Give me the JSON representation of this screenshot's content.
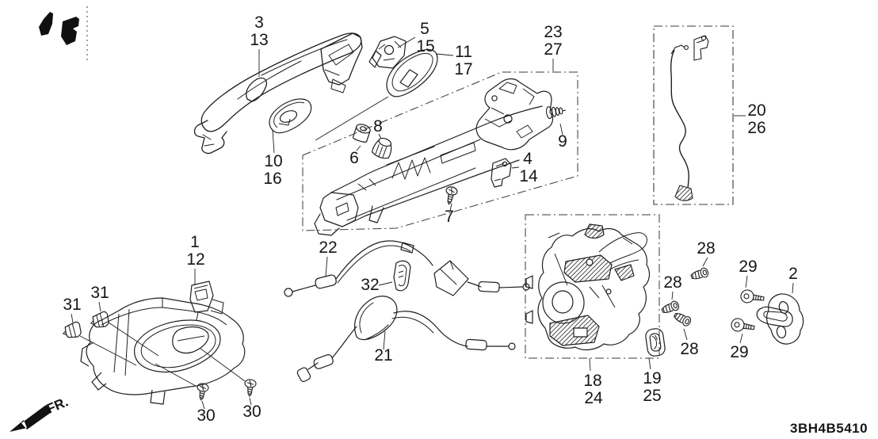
{
  "diagram_code": "3BH4B5410",
  "direction_label": "FR.",
  "colors": {
    "line": "#1f1f1f",
    "background": "#ffffff"
  },
  "callouts": [
    {
      "ref": "3"
    },
    {
      "ref": "13"
    },
    {
      "ref": "5"
    },
    {
      "ref": "15"
    },
    {
      "ref": "11"
    },
    {
      "ref": "17"
    },
    {
      "ref": "23"
    },
    {
      "ref": "27"
    },
    {
      "ref": "20"
    },
    {
      "ref": "26"
    },
    {
      "ref": "8"
    },
    {
      "ref": "6"
    },
    {
      "ref": "10"
    },
    {
      "ref": "16"
    },
    {
      "ref": "4"
    },
    {
      "ref": "14"
    },
    {
      "ref": "9"
    },
    {
      "ref": "7"
    },
    {
      "ref": "1"
    },
    {
      "ref": "12"
    },
    {
      "ref": "22"
    },
    {
      "ref": "32"
    },
    {
      "ref": "21"
    },
    {
      "ref": "31"
    },
    {
      "ref": "31"
    },
    {
      "ref": "30"
    },
    {
      "ref": "30"
    },
    {
      "ref": "18"
    },
    {
      "ref": "24"
    },
    {
      "ref": "19"
    },
    {
      "ref": "25"
    },
    {
      "ref": "28"
    },
    {
      "ref": "28"
    },
    {
      "ref": "28"
    },
    {
      "ref": "29"
    },
    {
      "ref": "29"
    },
    {
      "ref": "2"
    }
  ]
}
